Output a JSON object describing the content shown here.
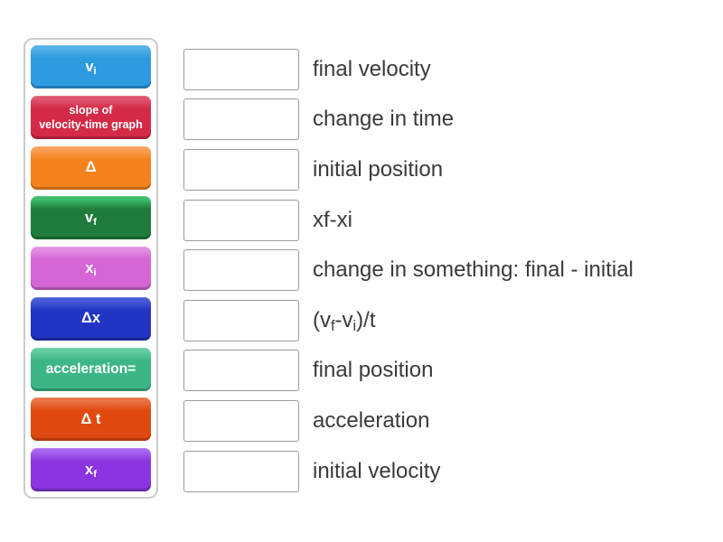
{
  "page": {
    "background": "#ffffff"
  },
  "panel": {
    "background": "#ffffff",
    "border_color": "#cbcbcb"
  },
  "answer_box": {
    "background": "#ffffff",
    "border_color": "#9b9b9b"
  },
  "definition_text_color": "#3a3a3a",
  "tiles": [
    {
      "id": "v-i",
      "color": "#2D9BE0",
      "highlight": "#55B0E9",
      "label": [
        {
          "text": "v"
        },
        {
          "text": "i",
          "sub": true
        }
      ]
    },
    {
      "id": "slope-of-vt",
      "color": "#D32B47",
      "highlight": "#DF5570",
      "label": [
        {
          "text": "slope of"
        },
        {
          "br": true
        },
        {
          "text": "velocity-time graph"
        }
      ]
    },
    {
      "id": "delta",
      "color": "#F6821E",
      "highlight": "#F8A057",
      "label": [
        {
          "text": "Δ"
        }
      ]
    },
    {
      "id": "v-f",
      "color": "#1E7B3B",
      "highlight": "#3FBE6E",
      "label": [
        {
          "text": "v"
        },
        {
          "text": "f",
          "sub": true
        }
      ]
    },
    {
      "id": "x-i",
      "color": "#D466D6",
      "highlight": "#E38EE4",
      "label": [
        {
          "text": "x"
        },
        {
          "text": "i",
          "sub": true
        }
      ]
    },
    {
      "id": "delta-x",
      "color": "#2234C4",
      "highlight": "#4A5BD8",
      "label": [
        {
          "text": "Δx"
        }
      ]
    },
    {
      "id": "acceleration-eq",
      "color": "#3DB687",
      "highlight": "#63CBA2",
      "label": [
        {
          "text": "acceleration="
        }
      ]
    },
    {
      "id": "delta-t",
      "color": "#E04A11",
      "highlight": "#EA7347",
      "label": [
        {
          "text": "Δ t"
        }
      ]
    },
    {
      "id": "x-f",
      "color": "#8A35DF",
      "highlight": "#A767EE",
      "label": [
        {
          "text": "x"
        },
        {
          "text": "f",
          "sub": true
        }
      ]
    }
  ],
  "rows": [
    {
      "definition": [
        {
          "text": "final velocity"
        }
      ]
    },
    {
      "definition": [
        {
          "text": "change in time"
        }
      ]
    },
    {
      "definition": [
        {
          "text": "initial position"
        }
      ]
    },
    {
      "definition": [
        {
          "text": "xf-xi"
        }
      ]
    },
    {
      "definition": [
        {
          "text": "change in something: final - initial"
        }
      ]
    },
    {
      "definition": [
        {
          "text": "(v"
        },
        {
          "text": "f",
          "sub": true
        },
        {
          "text": "-v"
        },
        {
          "text": "i",
          "sub": true
        },
        {
          "text": ")/t"
        }
      ]
    },
    {
      "definition": [
        {
          "text": "final position"
        }
      ]
    },
    {
      "definition": [
        {
          "text": "acceleration"
        }
      ]
    },
    {
      "definition": [
        {
          "text": "initial velocity"
        }
      ]
    }
  ]
}
